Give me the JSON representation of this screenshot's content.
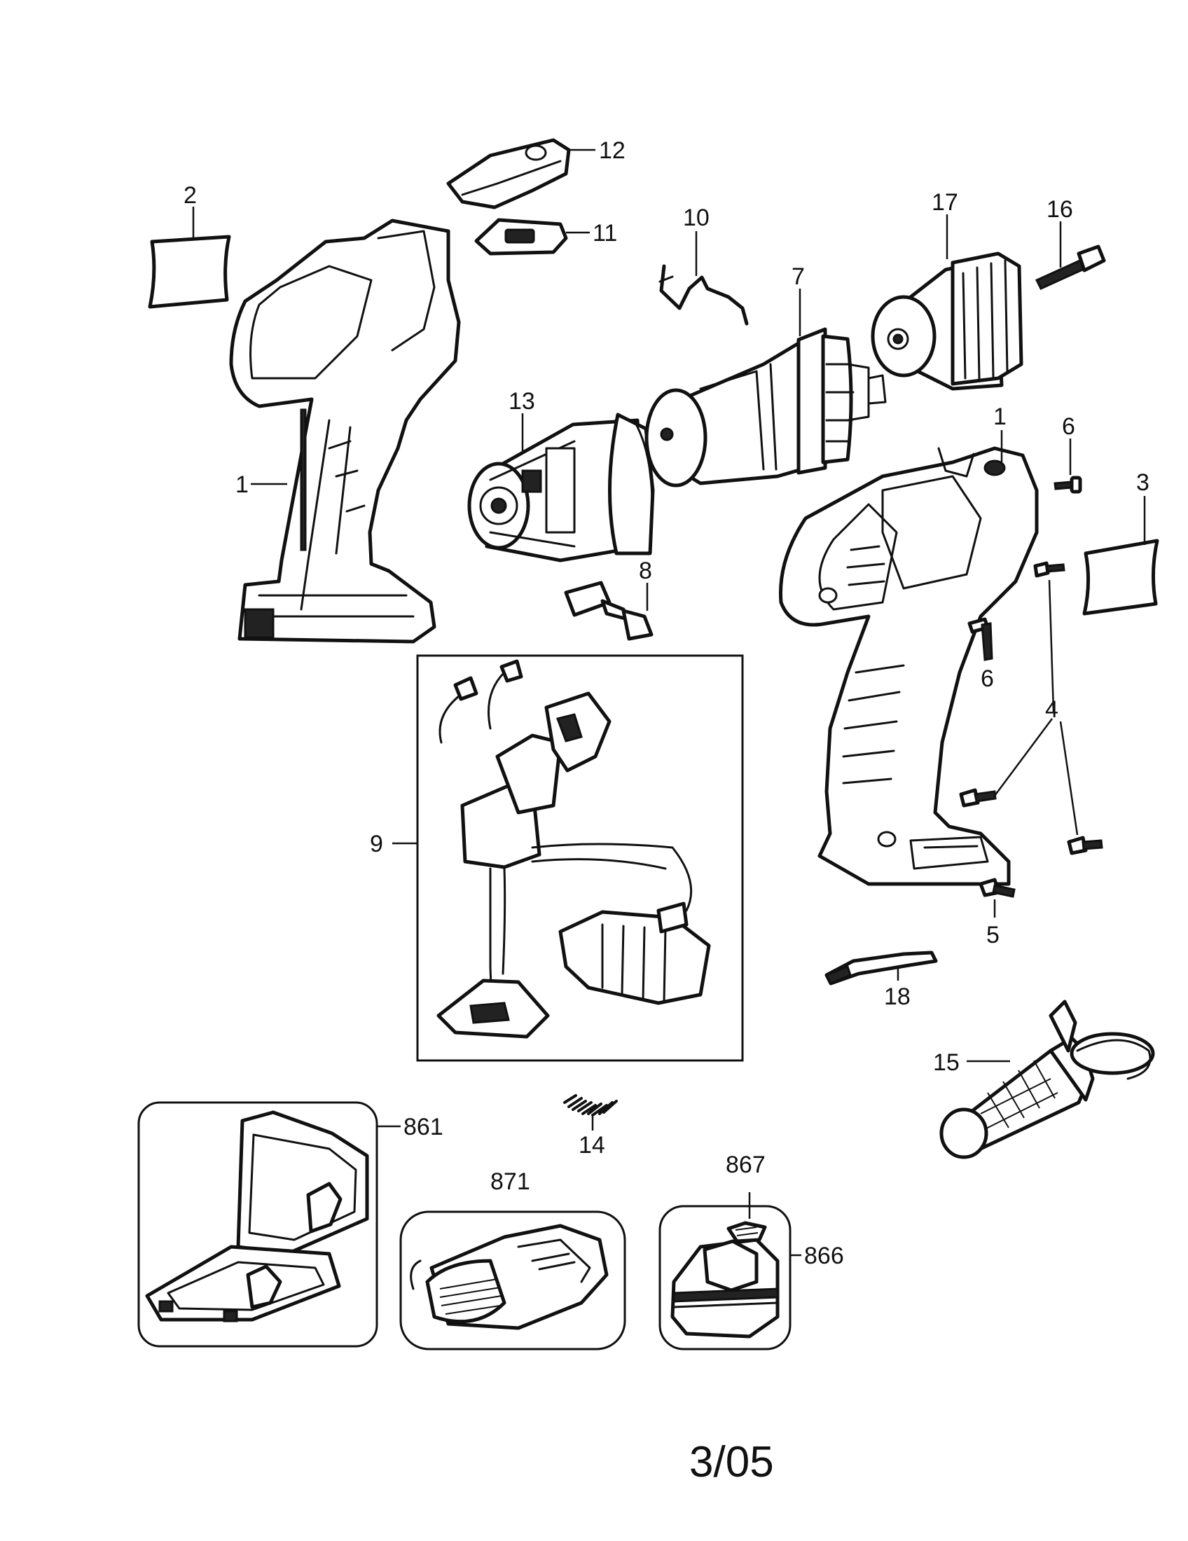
{
  "diagram": {
    "labels": {
      "p1_left": "1",
      "p1_right": "1",
      "p2": "2",
      "p3": "3",
      "p4": "4",
      "p5": "5",
      "p6_top": "6",
      "p6_mid": "6",
      "p7": "7",
      "p8": "8",
      "p9": "9",
      "p10": "10",
      "p11": "11",
      "p12": "12",
      "p13": "13",
      "p14": "14",
      "p15": "15",
      "p16": "16",
      "p17": "17",
      "p18": "18",
      "p861": "861",
      "p866": "866",
      "p867": "867",
      "p871": "871"
    },
    "footer": "3/05"
  }
}
